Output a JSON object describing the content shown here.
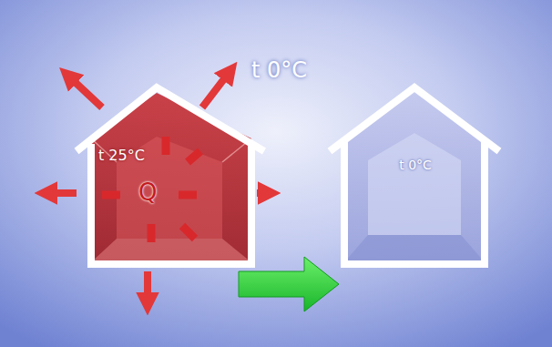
{
  "diagram": {
    "nodes": [
      {
        "text": [
          "t 25°C",
          "Q"
        ]
      },
      {
        "text": [
          "t 0°C"
        ]
      }
    ],
    "edges": [
      {
        "from": 0,
        "to": 1,
        "arrow": "to"
      }
    ],
    "labels": [
      "t 0°C"
    ]
  }
}
